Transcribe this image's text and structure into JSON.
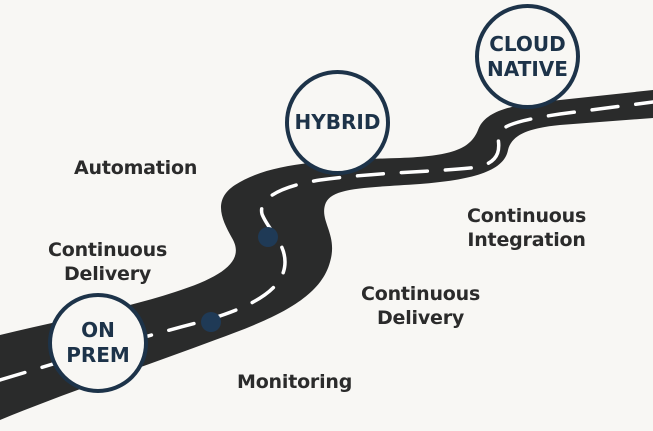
{
  "colors": {
    "background": "#f8f7f4",
    "road": "#2a2b2b",
    "lane_marking": "#ffffff",
    "milestone_border": "#1d3349",
    "milestone_text": "#1d3349",
    "marker_dot": "#1f3a56",
    "label_text": "#2b2b2b"
  },
  "milestones": [
    {
      "id": "on-prem",
      "lines": [
        "ON",
        "PREM"
      ]
    },
    {
      "id": "hybrid",
      "lines": [
        "HYBRID"
      ]
    },
    {
      "id": "cloud-native",
      "lines": [
        "CLOUD",
        "NATIVE"
      ]
    }
  ],
  "labels": {
    "automation": [
      "Automation"
    ],
    "continuous_delivery_left": [
      "Continuous",
      "Delivery"
    ],
    "continuous_delivery_right": [
      "Continuous",
      "Delivery"
    ],
    "monitoring": [
      "Monitoring"
    ],
    "continuous_integration": [
      "Continuous",
      "Integration"
    ]
  },
  "markers": [
    {
      "id": "marker-1",
      "description": "waypoint dot on lower road segment"
    },
    {
      "id": "marker-2",
      "description": "waypoint dot on S-curve"
    }
  ]
}
